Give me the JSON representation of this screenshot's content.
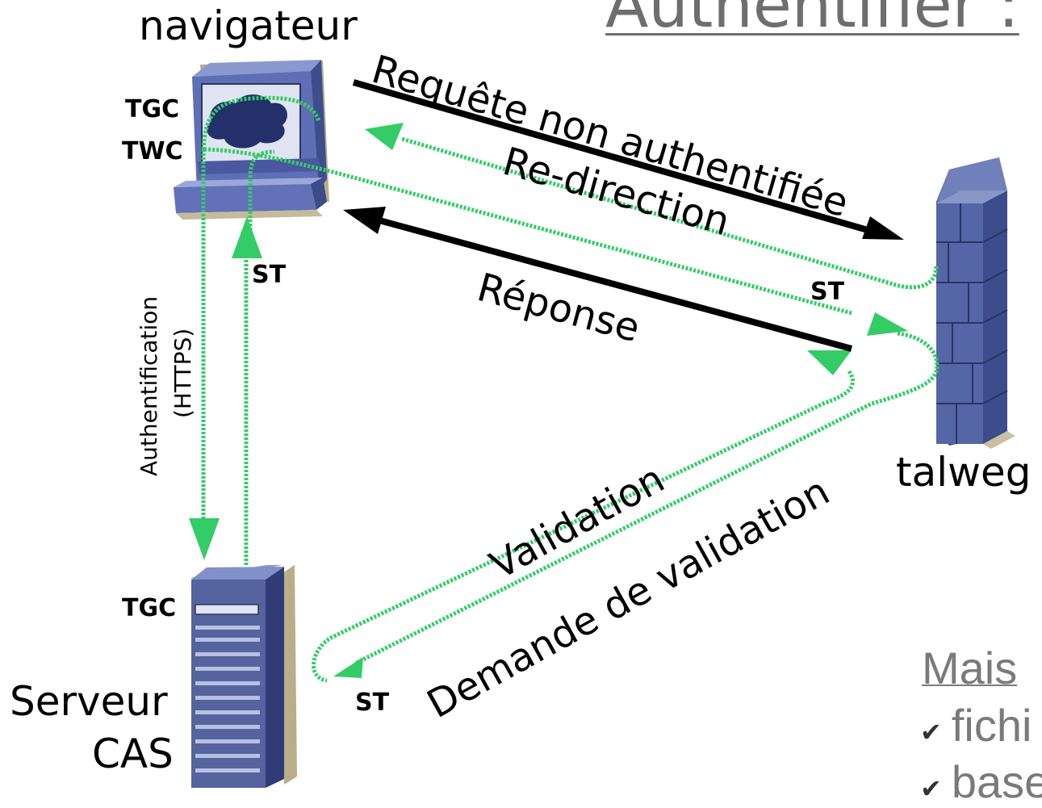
{
  "title": "Authentifier :",
  "nodes": {
    "browser": "navigateur",
    "firewall": "talweg",
    "server_line1": "Serveur",
    "server_line2": "CAS"
  },
  "tokens": {
    "tgc_browser": "TGC",
    "twc_browser": "TWC",
    "st_left": "ST",
    "st_talweg": "ST",
    "tgc_server": "TGC",
    "st_server": "ST"
  },
  "arrows": {
    "request": "Requête non authentifiée",
    "redirect": "Re-direction",
    "response": "Réponse",
    "validation": "Validation",
    "validation_request": "Demande de validation",
    "auth_line1": "Authentification",
    "auth_line2": "(HTTPS)"
  },
  "side_note": {
    "heading": "Mais",
    "items": [
      "fichi",
      "base"
    ]
  },
  "colors": {
    "green": "#33cc66",
    "black": "#000000",
    "blue": "#4a5fa8"
  }
}
